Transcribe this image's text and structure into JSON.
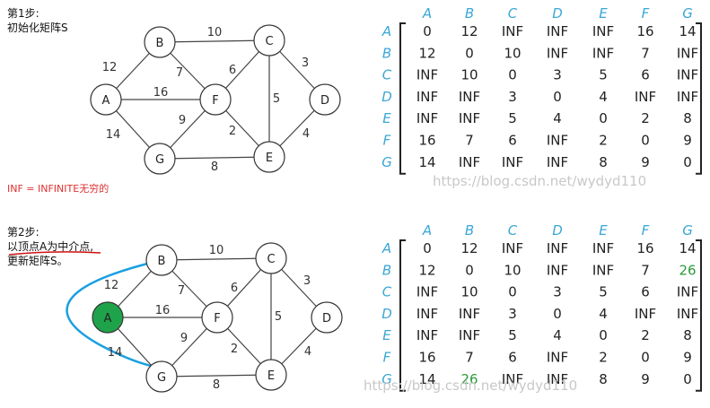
{
  "steps": [
    {
      "title": "第1步:",
      "desc": "初始化矩阵S",
      "nodes": [
        {
          "id": "A",
          "highlight": false
        },
        {
          "id": "B",
          "highlight": false
        },
        {
          "id": "C",
          "highlight": false
        },
        {
          "id": "D",
          "highlight": false
        },
        {
          "id": "E",
          "highlight": false
        },
        {
          "id": "F",
          "highlight": false
        },
        {
          "id": "G",
          "highlight": false
        }
      ],
      "edges": [
        {
          "from": "A",
          "to": "B",
          "weight": "12"
        },
        {
          "from": "A",
          "to": "F",
          "weight": "16"
        },
        {
          "from": "A",
          "to": "G",
          "weight": "14"
        },
        {
          "from": "B",
          "to": "C",
          "weight": "10"
        },
        {
          "from": "B",
          "to": "F",
          "weight": "7"
        },
        {
          "from": "C",
          "to": "F",
          "weight": "6"
        },
        {
          "from": "C",
          "to": "D",
          "weight": "3"
        },
        {
          "from": "C",
          "to": "E",
          "weight": "5"
        },
        {
          "from": "D",
          "to": "E",
          "weight": "4"
        },
        {
          "from": "F",
          "to": "E",
          "weight": "2"
        },
        {
          "from": "F",
          "to": "G",
          "weight": "9"
        },
        {
          "from": "G",
          "to": "E",
          "weight": "8"
        }
      ],
      "matrix": {
        "cols": [
          "A",
          "B",
          "C",
          "D",
          "E",
          "F",
          "G"
        ],
        "rows": [
          {
            "label": "A",
            "cells": [
              "0",
              "12",
              "INF",
              "INF",
              "INF",
              "16",
              "14"
            ]
          },
          {
            "label": "B",
            "cells": [
              "12",
              "0",
              "10",
              "INF",
              "INF",
              "7",
              "INF"
            ]
          },
          {
            "label": "C",
            "cells": [
              "INF",
              "10",
              "0",
              "3",
              "5",
              "6",
              "INF"
            ]
          },
          {
            "label": "D",
            "cells": [
              "INF",
              "INF",
              "3",
              "0",
              "4",
              "INF",
              "INF"
            ]
          },
          {
            "label": "E",
            "cells": [
              "INF",
              "INF",
              "5",
              "4",
              "0",
              "2",
              "8"
            ]
          },
          {
            "label": "F",
            "cells": [
              "16",
              "7",
              "6",
              "INF",
              "2",
              "0",
              "9"
            ]
          },
          {
            "label": "G",
            "cells": [
              "14",
              "INF",
              "INF",
              "INF",
              "8",
              "9",
              "0"
            ]
          }
        ],
        "updated": []
      },
      "watermark": "https://blog.csdn.net/wydyd110"
    },
    {
      "title": "第2步:",
      "desc_line1": "以顶点A为中介点,",
      "desc_line2": "更新矩阵S。",
      "nodes": [
        {
          "id": "A",
          "highlight": true
        },
        {
          "id": "B",
          "highlight": false
        },
        {
          "id": "C",
          "highlight": false
        },
        {
          "id": "D",
          "highlight": false
        },
        {
          "id": "E",
          "highlight": false
        },
        {
          "id": "F",
          "highlight": false
        },
        {
          "id": "G",
          "highlight": false
        }
      ],
      "edges": [
        {
          "from": "A",
          "to": "B",
          "weight": "12"
        },
        {
          "from": "A",
          "to": "F",
          "weight": "16"
        },
        {
          "from": "A",
          "to": "G",
          "weight": "14"
        },
        {
          "from": "B",
          "to": "C",
          "weight": "10"
        },
        {
          "from": "B",
          "to": "F",
          "weight": "7"
        },
        {
          "from": "C",
          "to": "F",
          "weight": "6"
        },
        {
          "from": "C",
          "to": "D",
          "weight": "3"
        },
        {
          "from": "C",
          "to": "E",
          "weight": "5"
        },
        {
          "from": "D",
          "to": "E",
          "weight": "4"
        },
        {
          "from": "F",
          "to": "E",
          "weight": "2"
        },
        {
          "from": "F",
          "to": "G",
          "weight": "9"
        },
        {
          "from": "G",
          "to": "E",
          "weight": "8"
        }
      ],
      "matrix": {
        "cols": [
          "A",
          "B",
          "C",
          "D",
          "E",
          "F",
          "G"
        ],
        "rows": [
          {
            "label": "A",
            "cells": [
              "0",
              "12",
              "INF",
              "INF",
              "INF",
              "16",
              "14"
            ]
          },
          {
            "label": "B",
            "cells": [
              "12",
              "0",
              "10",
              "INF",
              "INF",
              "7",
              "26"
            ]
          },
          {
            "label": "C",
            "cells": [
              "INF",
              "10",
              "0",
              "3",
              "5",
              "6",
              "INF"
            ]
          },
          {
            "label": "D",
            "cells": [
              "INF",
              "INF",
              "3",
              "0",
              "4",
              "INF",
              "INF"
            ]
          },
          {
            "label": "E",
            "cells": [
              "INF",
              "INF",
              "5",
              "4",
              "0",
              "2",
              "8"
            ]
          },
          {
            "label": "F",
            "cells": [
              "16",
              "7",
              "6",
              "INF",
              "2",
              "0",
              "9"
            ]
          },
          {
            "label": "G",
            "cells": [
              "14",
              "26",
              "INF",
              "INF",
              "8",
              "9",
              "0"
            ]
          }
        ],
        "updated": [
          [
            1,
            6
          ],
          [
            6,
            1
          ]
        ]
      },
      "watermark": "https://blog.csdn.net/wydyd110"
    }
  ],
  "inf_note": "INF = INFINITE无穷的",
  "colors": {
    "node_stroke": "#333333",
    "node_fill": "#ffffff",
    "highlight_fill": "#1fa34a",
    "edge": "#444444",
    "axis_label": "#3aa6d6",
    "updated_value": "#2a9a3a",
    "text": "#111111",
    "inf_note": "#e03030",
    "arc_blue": "#1aa0e0",
    "underline_red": "#d01010"
  }
}
